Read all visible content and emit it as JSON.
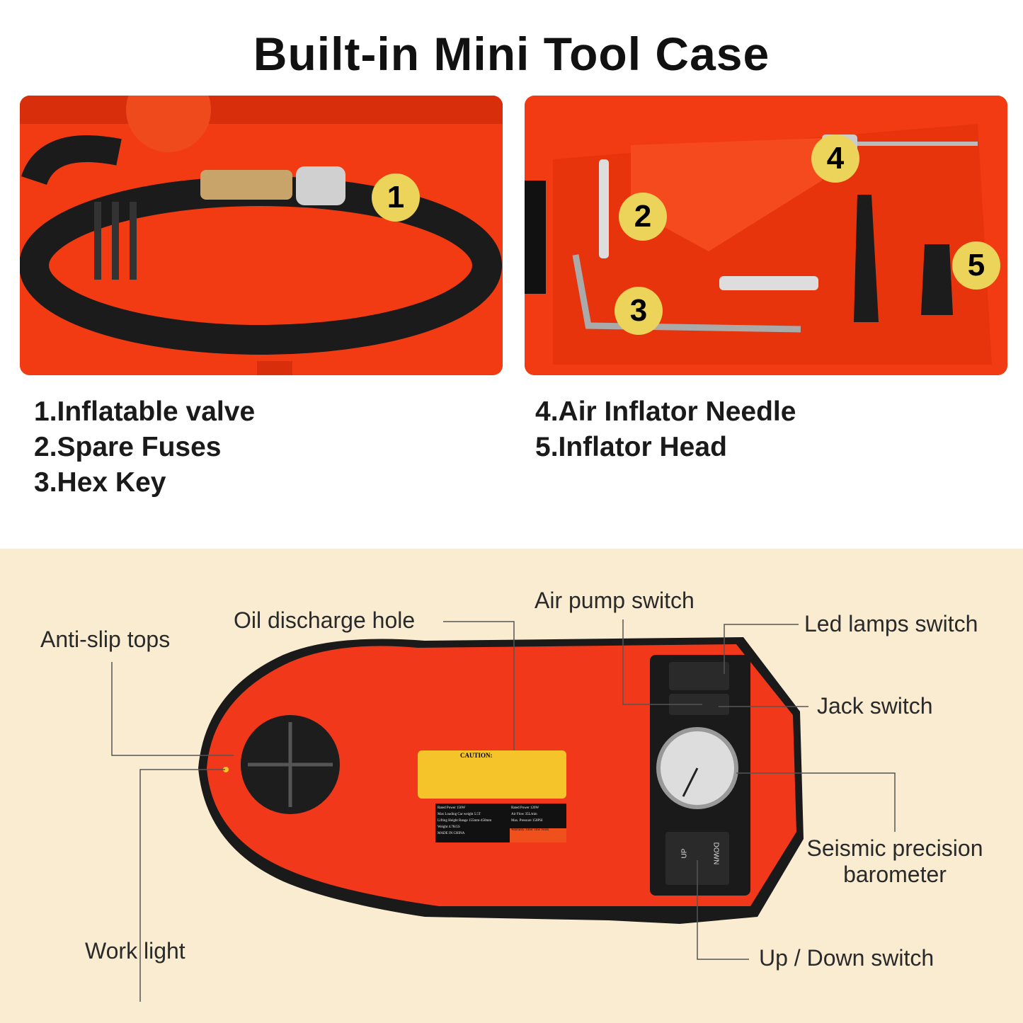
{
  "title": "Built-in Mini Tool Case",
  "photos": {
    "left_badges": [
      "1"
    ],
    "right_badges": [
      "2",
      "3",
      "4",
      "5"
    ]
  },
  "items_left": [
    "1.Inflatable valve",
    "2.Spare Fuses",
    "3.Hex Key"
  ],
  "items_right": [
    "4.Air Inflator Needle",
    "5.Inflator Head"
  ],
  "callouts": {
    "anti_slip": "Anti-slip tops",
    "oil_hole": "Oil discharge hole",
    "air_pump": "Air pump switch",
    "led_switch": "Led lamps switch",
    "jack_switch": "Jack switch",
    "barometer_line1": "Seismic precision",
    "barometer_line2": "barometer",
    "work_light": "Work light",
    "up_down": "Up / Down switch"
  },
  "device": {
    "caution_title": "CAUTION:",
    "spec_left": [
      [
        "Rated Power",
        "150W"
      ],
      [
        "Max Loading Car weight",
        "5.5T"
      ],
      [
        "Lifting Height Range",
        "155mm-450mm"
      ],
      [
        "Weight",
        "4.7KGS"
      ]
    ],
    "spec_right": [
      [
        "Rated Power",
        "120W"
      ],
      [
        "Air Flow",
        "35L/min"
      ],
      [
        "Max. Pressure",
        "150PSI"
      ]
    ],
    "made_in": "MADE IN CHINA",
    "warranty": "Warranty Time: One Years",
    "up_label": "UP",
    "down_label": "DOWN"
  },
  "colors": {
    "device_red": "#f2381a",
    "badge_yellow": "#ecd35a",
    "background_beige": "#f9ecd1"
  }
}
